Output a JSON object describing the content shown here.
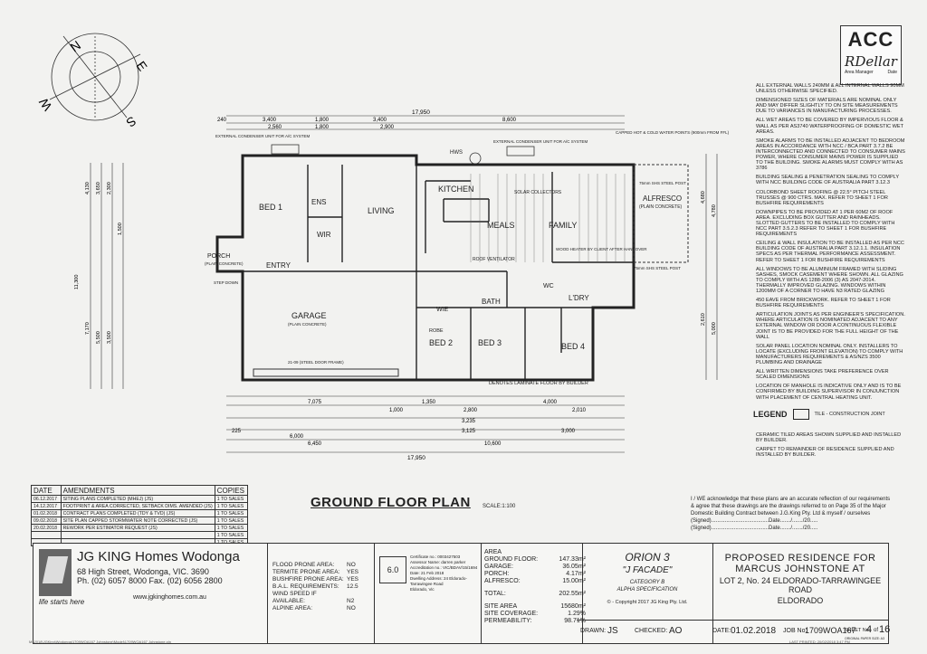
{
  "acc": {
    "title": "ACC",
    "signature": "RDellar",
    "caption_left": "Area Manager",
    "caption_right": "Date"
  },
  "notes": [
    "ALL EXTERNAL WALLS 240mm & ALL INTERNAL WALLS 90mm UNLESS OTHERWISE SPECIFIED.",
    "DIMENSIONED SIZES OF MATERIALS ARE NOMINAL ONLY AND MAY DIFFER SLIGHTLY TO ON SITE MEASUREMENTS DUE TO VARIANCES IN MANUFACTURING PROCESSES.",
    "ALL WET AREAS TO BE COVERED BY IMPERVIOUS FLOOR & WALL AS PER AS3740 WATERPROOFING OF DOMESTIC WET AREAS.",
    "SMOKE ALARMS TO BE INSTALLED ADJACENT TO BEDROOM AREAS IN ACCORDANCE WITH NCC / BCA PART 3.7.2 BE INTERCONNECTED AND CONNECTED TO CONSUMER MAINS POWER, WHERE CONSUMER MAINS POWER IS SUPPLIED TO THE BUILDING. SMOKE ALARMS MUST COMPLY WITH AS 3786",
    "BUILDING SEALING & PENETRATION SEALING TO COMPLY WITH NCC BUILDING CODE OF AUSTRALIA PART 3.12.3",
    "COLORBOND SHEET ROOFING @ 22.5° PITCH STEEL TRUSSES @ 900 CTRS. MAX. REFER TO SHEET 1 FOR BUSHFIRE REQUIREMENTS",
    "DOWNPIPES TO BE PROVIDED AT 1 PER 60m2 OF ROOF AREA. EXCLUDING BOX GUTTER AND RAINHEADS. SLOTTED GUTTERS TO BE INSTALLED TO COMPLY WITH NCC PART 3.5.2.3 REFER TO SHEET 1 FOR BUSHFIRE REQUIREMENTS",
    "CEILING & WALL INSULATION TO BE INSTALLED AS PER NCC BUILDING CODE OF AUSTRALIA PART 3.12.1.1. INSULATION SPECS AS PER THERMAL PERFORMANCE ASSESSMENT. REFER TO SHEET 1 FOR BUSHFIRE REQUIREMENTS",
    "ALL WINDOWS TO BE ALUMINIUM FRAMED WITH SLIDING SASHES, SMOCK CASEMENT WHERE SHOWN. ALL GLAZING TO COMPLY WITH AS 1288-2006 (3) AS 2047-2014. THERMALLY IMPROVED GLAZING. WINDOWS WITHIN 1200mm OF A CORNER TO HAVE N3 RATED GLAZING",
    "450 EAVE FROM BRICKWORK. REFER TO SHEET 1 FOR BUSHFIRE REQUIREMENTS",
    "ARTICULATION JOINTS AS PER ENGINEER'S SPECIFICATION. WHERE ARTICULATION IS NOMINATED ADJACENT TO ANY EXTERNAL WINDOW OR DOOR A CONTINUOUS FLEXIBLE JOINT IS TO BE PROVIDED FOR THE FULL HEIGHT OF THE WALL",
    "SOLAR PANEL LOCATION NOMINAL ONLY. INSTALLERS TO LOCATE (EXCLUDING FRONT ELEVATION) TO COMPLY WITH MANUFACTURERS REQUIREMENTS & AS/NZS 3500 PLUMBING AND DRAINAGE",
    "ALL WRITTEN DIMENSIONS TAKE PREFERENCE OVER SCALED DIMENSIONS",
    "LOCATION OF MANHOLE IS INDICATIVE ONLY AND IS TO BE CONFIRMED BY BUILDING SUPERVISOR IN CONJUNCTION WITH PLACEMENT OF CENTRAL HEATING UNIT."
  ],
  "legend": {
    "label": "LEGEND",
    "item": "TILE - CONSTRUCTION JOINT"
  },
  "notes2": [
    "CERAMIC TILED AREAS SHOWN SUPPLIED AND INSTALLED BY BUILDER.",
    "CARPET TO REMAINDER OF RESIDENCE SUPPLIED AND INSTALLED BY BUILDER."
  ],
  "rooms": {
    "bed1": "BED 1",
    "ens": "ENS",
    "wir": "WIR",
    "living": "LIVING",
    "kitchen": "KITCHEN",
    "meals": "MEALS",
    "family": "FAMILY",
    "alfresco": "ALFRESCO",
    "alfresco_sub": "(PLAIN CONCRETE)",
    "entry": "ENTRY",
    "porch": "PORCH",
    "porch_sub": "(PLAIN CONCRETE)",
    "garage": "GARAGE",
    "garage_sub": "(PLAIN CONCRETE)",
    "bed2": "BED 2",
    "bed3": "BED 3",
    "bed4": "BED 4",
    "bath": "BATH",
    "ldry": "L'DRY",
    "robe": "ROBE",
    "wc": "WC",
    "wie": "WIE",
    "hws": "HWS"
  },
  "plan_notes": {
    "cond1": "EXTERNAL CONDENSER UNIT FOR A/C SYSTEM",
    "cond2": "EXTERNAL CONDENSER UNIT FOR A/C SYSTEM",
    "tap": "CAPPED HOT & COLD WATER POINTS (900mm FROM FFL)",
    "solar": "SOLAR COLLECTORS",
    "laminate": "DENOTES LAMINATE FLOOR BY BUILDER",
    "vent": "ROOF VENTILATOR",
    "heater": "WOOD HEATER BY CLIENT AFTER HANDOVER",
    "post1": "75mm SHS STEEL POST",
    "post2": "75mm SHS STEEL POST",
    "stepdown": "STEP DOWN",
    "garagedoor": "21-09 (STEEL DOOR FRAME)"
  },
  "dims_top": {
    "overall": "17,950",
    "a": "3,400",
    "b": "1,800",
    "c": "3,400",
    "d": "8,600",
    "e": "2,560",
    "f": "1,800",
    "g": "2,900",
    "h": "240"
  },
  "dims_bottom": {
    "overall": "17,950",
    "a": "7,075",
    "b": "6,000",
    "c": "6,450",
    "d": "10,600",
    "e": "1,350",
    "f": "4,000",
    "g": "2,800",
    "h": "3,235",
    "i": "3,125",
    "j": "3,000",
    "k": "2,010",
    "l": "1,000",
    "m": "225"
  },
  "dims_left": [
    "4,130",
    "3,650",
    "2,300",
    "1,500",
    "11,300",
    "7,170",
    "5,500",
    "3,500"
  ],
  "dims_right": [
    "4,680",
    "4,780",
    "2,610",
    "5,000"
  ],
  "compass": {
    "n": "N",
    "e": "E",
    "s": "S",
    "w": "W"
  },
  "amendments": {
    "h_date": "DATE",
    "h_amend": "AMENDMENTS",
    "h_copies": "COPIES",
    "rows": [
      {
        "date": "06.12.2017",
        "text": "SITING PLANS COMPLETED (MHEJ) (JS)",
        "copies": "1 TO SALES"
      },
      {
        "date": "14.12.2017",
        "text": "FOOTPRINT & AREA CORRECTED, SETBACK DIMS. AMENDED (JS)",
        "copies": "1 TO SALES"
      },
      {
        "date": "01.02.2018",
        "text": "CONTRACT PLANS COMPLETED (TDY & TVD) (JS)",
        "copies": "1 TO SALES"
      },
      {
        "date": "09.02.2018",
        "text": "SITE PLAN CAPPED STORMWATER NOTE CORRECTED (JS)",
        "copies": "1 TO SALES"
      },
      {
        "date": "20.02.2018",
        "text": "REWORK PER ESTIMATOR REQUEST (JS)",
        "copies": "1 TO SALES"
      },
      {
        "date": "",
        "text": "",
        "copies": "1 TO SALES"
      },
      {
        "date": "",
        "text": "",
        "copies": "1 TO SALES"
      }
    ]
  },
  "plan_title": "GROUND FLOOR PLAN",
  "plan_scale": "SCALE:1:100",
  "ack": {
    "text": "I / WE  acknowledge that these plans are an accurate reflection of our requirements & agree that these drawings are the drawings referred to on Page 35 of the Major Domestic Building Contract between J.G.King Pty. Ltd & myself / ourselves",
    "signed1": "(Signed)......................................Date......./......./20.....",
    "signed2": "(Signed)......................................Date......./......./20....."
  },
  "company": {
    "name": "JG KING Homes Wodonga",
    "address": "68 High Street, Wodonga, VIC. 3690",
    "phone": "Ph. (02) 6057 8000 Fax. (02) 6056 2800",
    "web": "www.jgkinghomes.com.au",
    "tagline": "life starts here"
  },
  "ratings": {
    "rows": [
      {
        "k": "FLOOD PRONE AREA:",
        "v": "NO"
      },
      {
        "k": "TERMITE PRONE AREA:",
        "v": "YES"
      },
      {
        "k": "BUSHFIRE PRONE AREA:",
        "v": "YES"
      },
      {
        "k": "B.A.L. REQUIREMENTS:",
        "v": "12.5"
      },
      {
        "k": "WIND SPEED IF AVAILABLE:",
        "v": "N2"
      },
      {
        "k": "ALPINE AREA:",
        "v": "NO"
      }
    ]
  },
  "cert": {
    "rows": [
      {
        "k": "Certificate no.:",
        "v": "0003427503"
      },
      {
        "k": "Assessor Name:",
        "v": "darren parker"
      },
      {
        "k": "Accreditation no.:",
        "v": "VIC/BDAV/15/1694"
      },
      {
        "k": "Date:",
        "v": "21 Feb 2018"
      },
      {
        "k": "Dwelling Address:",
        "v": "24 Eldorado-Tarrawingee Road"
      },
      {
        "k": "",
        "v": "Eldorado, Vic"
      }
    ],
    "star": "6.0"
  },
  "area": {
    "h": "AREA",
    "rows": [
      {
        "k": "GROUND FLOOR:",
        "v": "147.33m²"
      },
      {
        "k": "GARAGE:",
        "v": "36.05m²"
      },
      {
        "k": "PORCH:",
        "v": "4.17m²"
      },
      {
        "k": "ALFRESCO:",
        "v": "15.00m²"
      }
    ],
    "total_k": "TOTAL:",
    "total_v": "202.55m²",
    "site_rows": [
      {
        "k": "SITE AREA",
        "v": "15680m²"
      },
      {
        "k": "SITE COVERAGE:",
        "v": "1.29%"
      },
      {
        "k": "PERMEABILITY:",
        "v": "98.71%"
      }
    ]
  },
  "design": {
    "name": "ORION 3",
    "facade": "\"J FACADE\"",
    "category": "CATEGORY B",
    "spec": "ALPHA SPECIFICATION",
    "copyright": "© - Copyright 2017 JG King Pty. Ltd."
  },
  "proposal": {
    "t1": "PROPOSED RESIDENCE FOR",
    "t2": "MARCUS JOHNSTONE AT",
    "t3": "LOT 2, No. 24 ELDORADO-TARRAWINGEE ROAD",
    "t4": "ELDORADO"
  },
  "footer": {
    "drawn_k": "DRAWN:",
    "drawn_v": "JS",
    "checked_k": "CHECKED:",
    "checked_v": "AO",
    "date_k": "DATE:",
    "date_v": "01.02.2018",
    "job_k": "JOB No:",
    "job_v": "1709WOA167",
    "sheet_k": "SHEET No:",
    "sheet_v": "4",
    "sheet_of": "of",
    "sheet_total": "16",
    "orig": "ORIGINAL PAPER SIZE: A3",
    "lastprint": "LAST PRINTED: 20/02/2018 3:47 PM",
    "path": "M:\\2018\\JGKing\\Wodonga\\1709WOA167 Johnstone\\Model\\1709WOA167 Johnstone.pln"
  }
}
